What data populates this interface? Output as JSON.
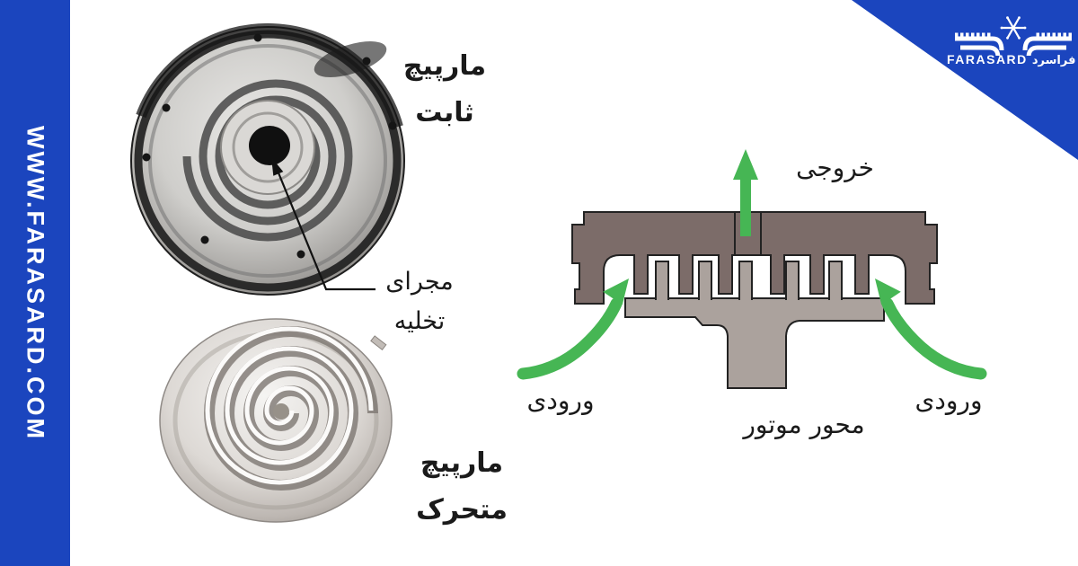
{
  "colors": {
    "brand_blue": "#1b45be",
    "arrow_green": "#46b654",
    "fixed_section_fill": "#7c6c69",
    "moving_section_fill": "#aba29d",
    "label_text": "#1a1a1a"
  },
  "sidebar": {
    "url": "WWW.FARASARD.COM"
  },
  "logo": {
    "latin": "FARASARD",
    "persian": "فراسرد",
    "icon": "snowflake-with-gear-wings"
  },
  "photo_labels": {
    "fixed_scroll": {
      "line1": "مارپیچ",
      "line2": "ثابت"
    },
    "discharge_port": {
      "line1": "مجرای",
      "line2": "تخلیه"
    },
    "moving_scroll": {
      "line1": "مارپیچ",
      "line2": "متحرک"
    }
  },
  "diagram_labels": {
    "outlet": "خروجی",
    "inlet_left": "ورودی",
    "inlet_right": "ورودی",
    "motor_shaft": "محور موتور"
  }
}
